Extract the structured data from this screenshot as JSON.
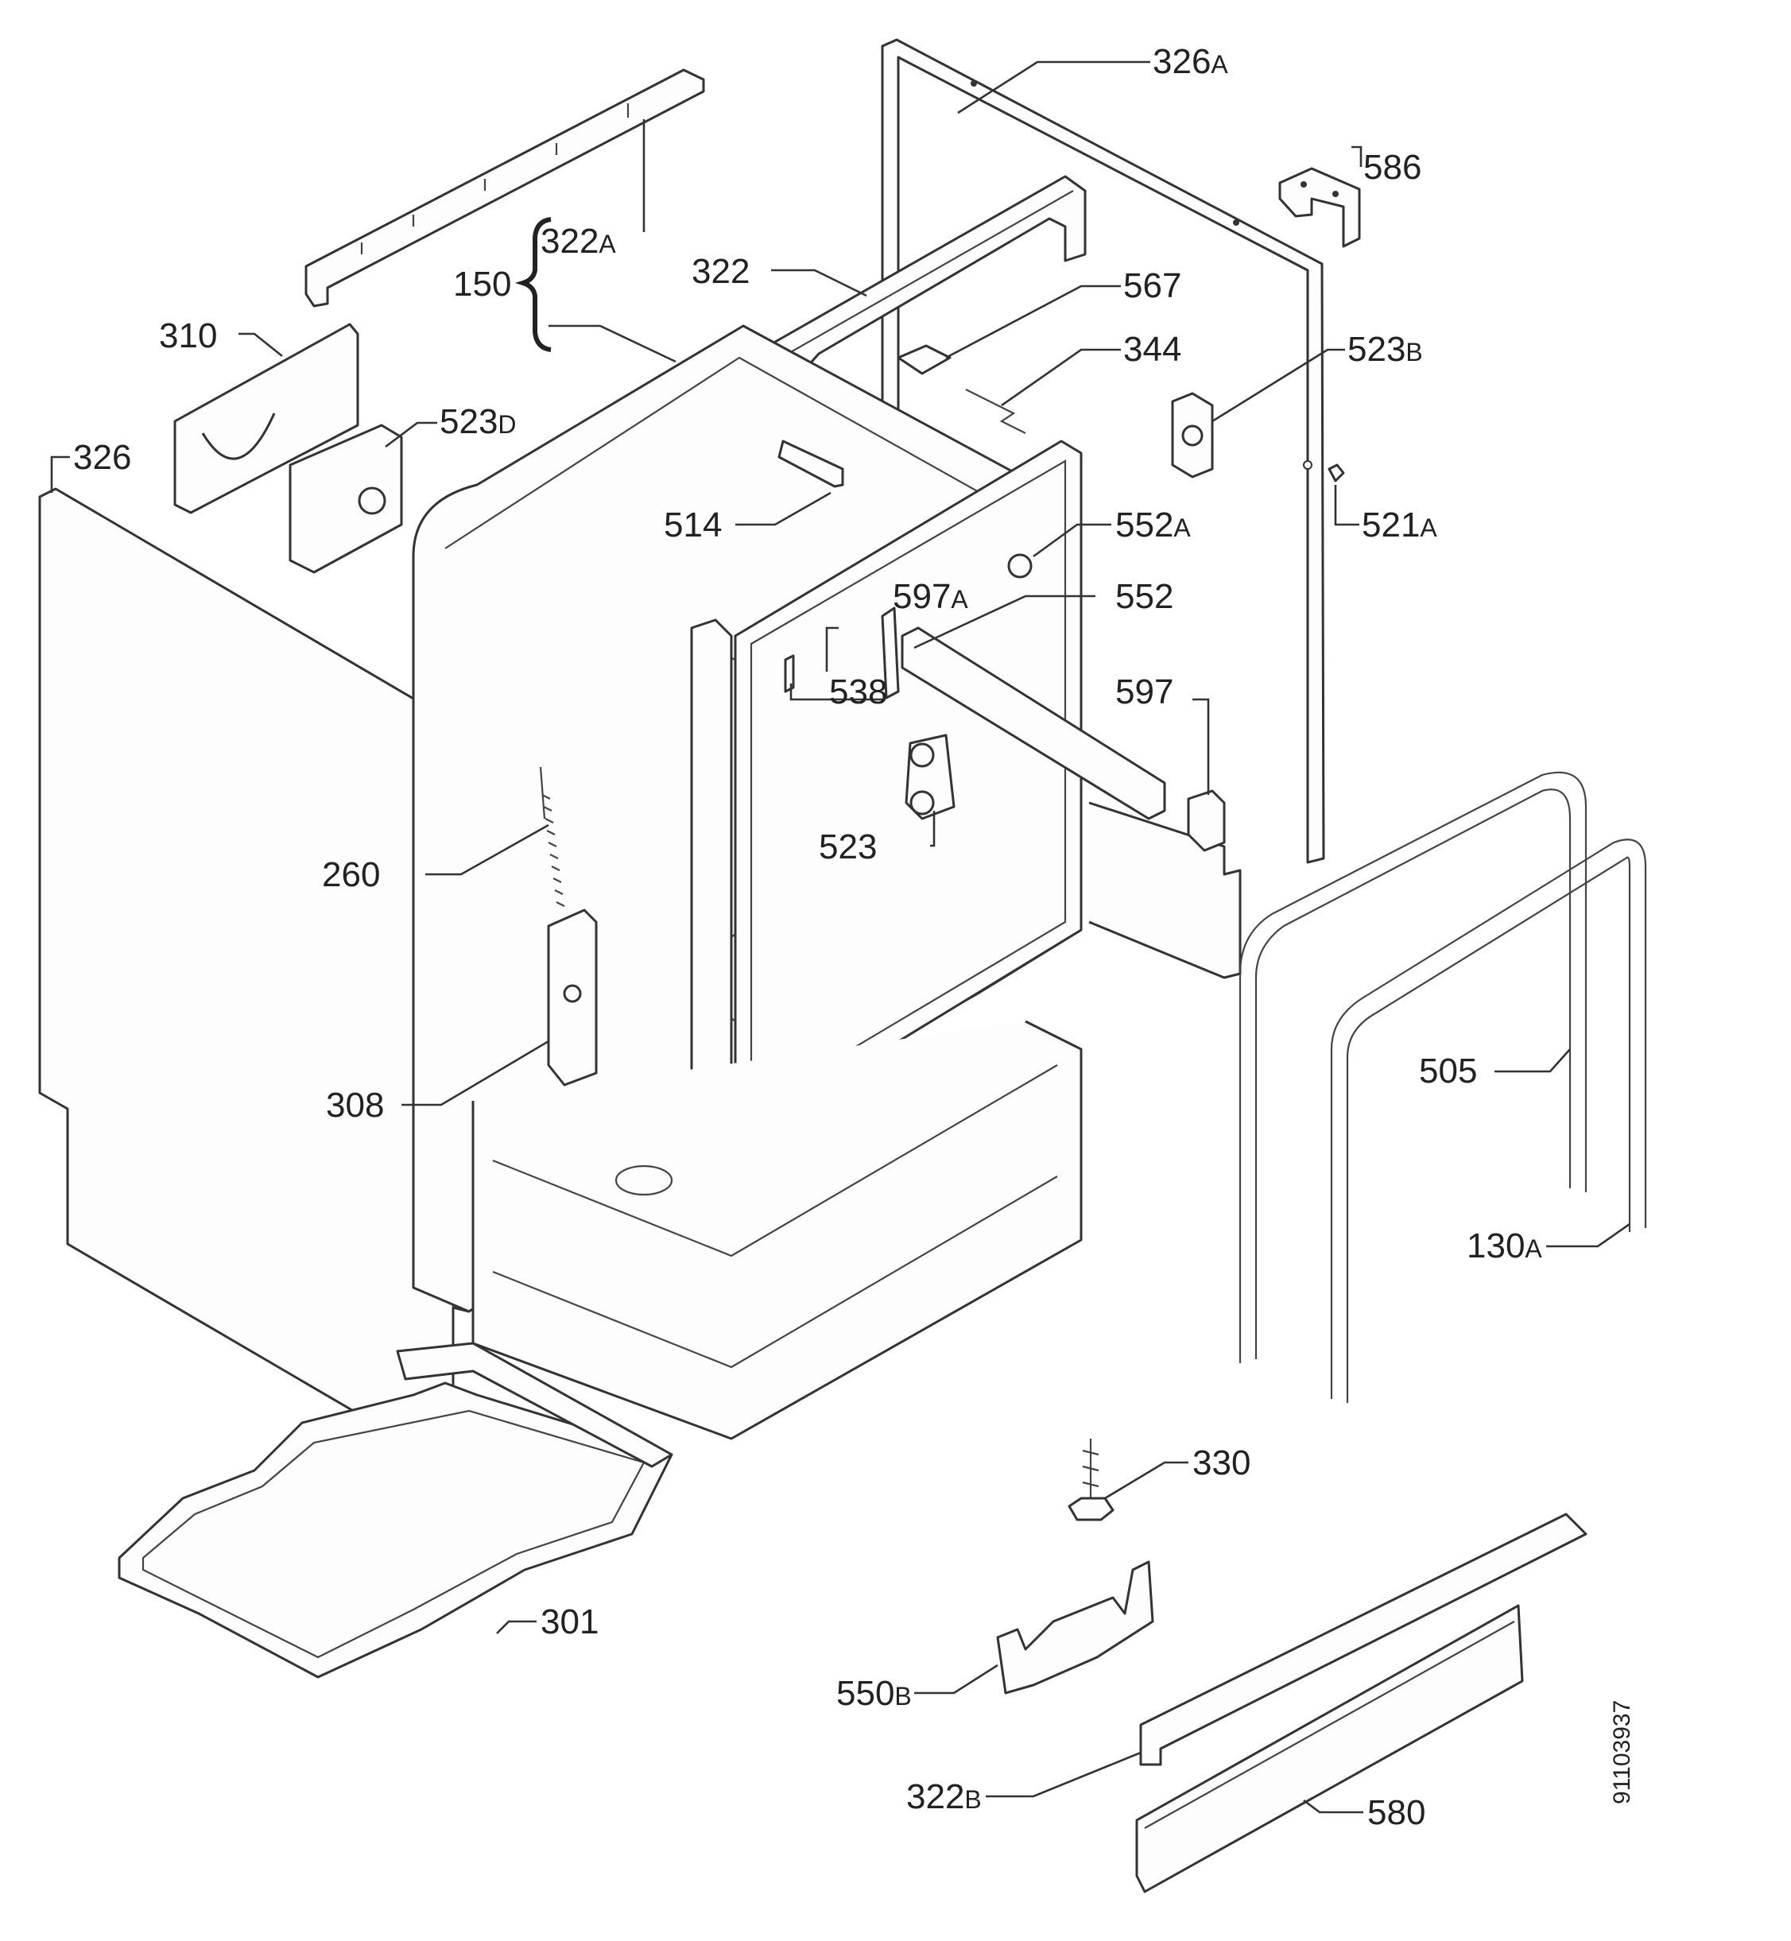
{
  "diagram": {
    "document_number": "91103937",
    "labels": [
      {
        "id": "326A",
        "main": "326",
        "suffix": "A"
      },
      {
        "id": "586",
        "main": "586",
        "suffix": ""
      },
      {
        "id": "322A",
        "main": "322",
        "suffix": "A"
      },
      {
        "id": "150",
        "main": "150",
        "suffix": ""
      },
      {
        "id": "322",
        "main": "322",
        "suffix": ""
      },
      {
        "id": "567",
        "main": "567",
        "suffix": ""
      },
      {
        "id": "310",
        "main": "310",
        "suffix": ""
      },
      {
        "id": "344",
        "main": "344",
        "suffix": ""
      },
      {
        "id": "523B",
        "main": "523",
        "suffix": "B"
      },
      {
        "id": "523D",
        "main": "523",
        "suffix": "D"
      },
      {
        "id": "326",
        "main": "326",
        "suffix": ""
      },
      {
        "id": "521A",
        "main": "521",
        "suffix": "A"
      },
      {
        "id": "514",
        "main": "514",
        "suffix": ""
      },
      {
        "id": "552A",
        "main": "552",
        "suffix": "A"
      },
      {
        "id": "597A",
        "main": "597",
        "suffix": "A"
      },
      {
        "id": "552",
        "main": "552",
        "suffix": ""
      },
      {
        "id": "538",
        "main": "538",
        "suffix": ""
      },
      {
        "id": "597",
        "main": "597",
        "suffix": ""
      },
      {
        "id": "523",
        "main": "523",
        "suffix": ""
      },
      {
        "id": "260",
        "main": "260",
        "suffix": ""
      },
      {
        "id": "505",
        "main": "505",
        "suffix": ""
      },
      {
        "id": "308",
        "main": "308",
        "suffix": ""
      },
      {
        "id": "130A",
        "main": "130",
        "suffix": "A"
      },
      {
        "id": "330",
        "main": "330",
        "suffix": ""
      },
      {
        "id": "301",
        "main": "301",
        "suffix": ""
      },
      {
        "id": "550B",
        "main": "550",
        "suffix": "B"
      },
      {
        "id": "322B",
        "main": "322",
        "suffix": "B"
      },
      {
        "id": "580",
        "main": "580",
        "suffix": ""
      }
    ]
  }
}
